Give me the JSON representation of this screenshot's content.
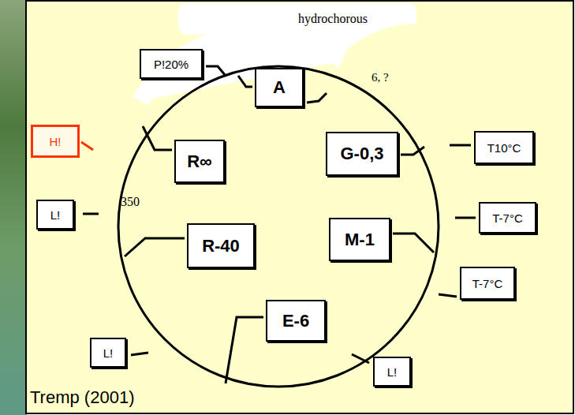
{
  "diagram": {
    "nodes": [
      {
        "text": [
          "P!20%"
        ]
      },
      {
        "text": [
          "A"
        ]
      },
      {
        "text": [
          "H!"
        ]
      },
      {
        "text": [
          "G-0,3"
        ]
      },
      {
        "text": [
          "T10°C"
        ]
      },
      {
        "text": [
          "R∞"
        ]
      },
      {
        "text": [
          "L!"
        ]
      },
      {
        "text": [
          "R-40"
        ]
      },
      {
        "text": [
          "T-7°C"
        ]
      },
      {
        "text": [
          "M-1"
        ]
      },
      {
        "text": [
          "T-7°C"
        ]
      },
      {
        "text": [
          "E-6"
        ]
      },
      {
        "text": [
          "L!"
        ]
      },
      {
        "text": [
          "L!"
        ]
      }
    ],
    "labels": [
      "hydrochorous",
      "6, ?",
      "350",
      "Tremp (2001)"
    ]
  }
}
